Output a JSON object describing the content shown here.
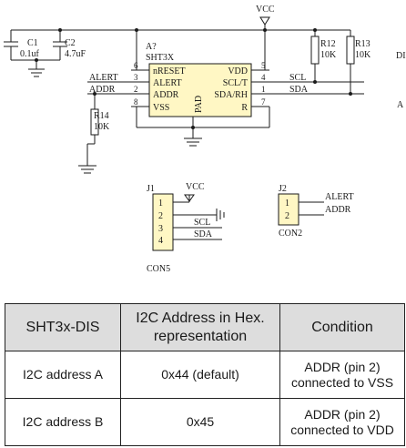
{
  "schematic": {
    "vcc_top": "VCC",
    "c1": {
      "ref": "C1",
      "value": "0.1uf"
    },
    "c2": {
      "ref": "C2",
      "value": "4.7uF"
    },
    "ic_ref": "A?",
    "ic_part": "SHT3X",
    "ic_pins_left": [
      {
        "num": "6",
        "name": "nRESET"
      },
      {
        "num": "3",
        "name": "ALERT"
      },
      {
        "num": "2",
        "name": "ADDR"
      },
      {
        "num": "8",
        "name": "VSS"
      }
    ],
    "ic_pins_right": [
      {
        "num": "5",
        "name": "VDD"
      },
      {
        "num": "4",
        "name": "SCL/T"
      },
      {
        "num": "1",
        "name": "SDA/RH"
      },
      {
        "num": "7",
        "name": "R"
      }
    ],
    "pad_label": "PAD",
    "net_alert": "ALERT",
    "net_addr": "ADDR",
    "net_scl": "SCL",
    "net_sda": "SDA",
    "r12": {
      "ref": "R12",
      "value": "10K"
    },
    "r13": {
      "ref": "R13",
      "value": "10K"
    },
    "r14": {
      "ref": "R14",
      "value": "10K"
    },
    "edge_d": "DI",
    "edge_a": "A",
    "j1": {
      "ref": "J1",
      "label": "CON5",
      "vcc": "VCC",
      "pins": [
        "1",
        "2",
        "3",
        "4"
      ],
      "nets": [
        "SCL",
        "SDA"
      ]
    },
    "j2": {
      "ref": "J2",
      "label": "CON2",
      "pins": [
        "1",
        "2"
      ],
      "nets": [
        "ALERT",
        "ADDR"
      ]
    }
  },
  "table": {
    "headers": [
      "SHT3x-DIS",
      "I2C Address in Hex. representation",
      "Condition"
    ],
    "rows": [
      [
        "I2C address A",
        "0x44 (default)",
        "ADDR (pin 2) connected to VSS"
      ],
      [
        "I2C address B",
        "0x45",
        "ADDR (pin 2) connected to VDD"
      ]
    ]
  }
}
